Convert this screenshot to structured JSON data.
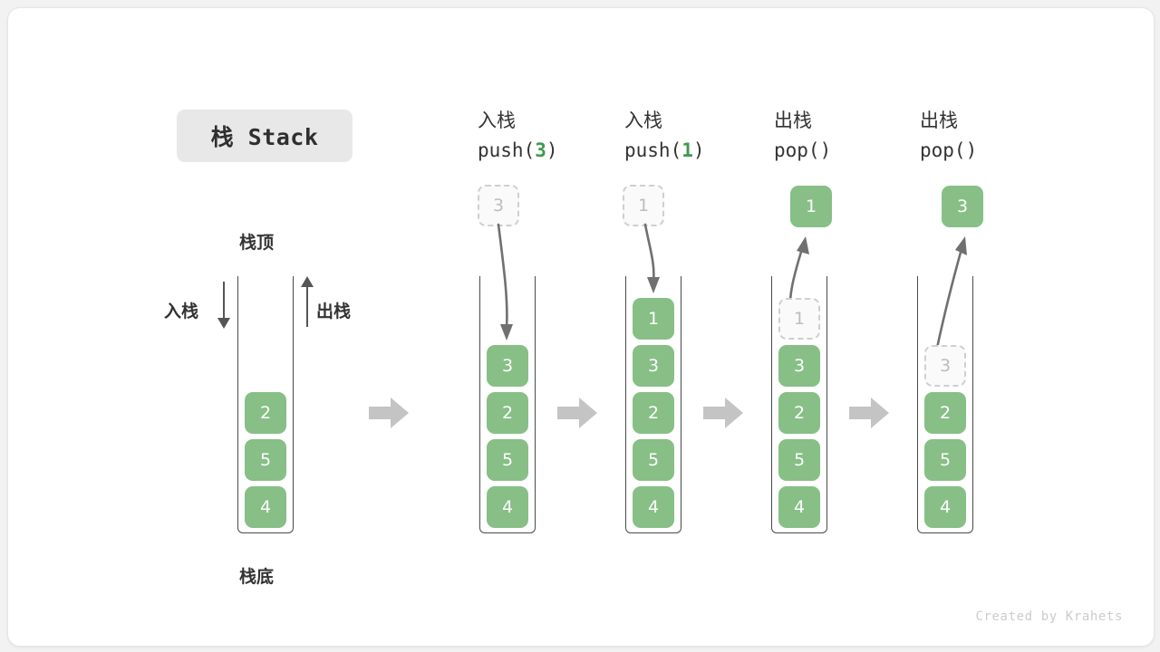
{
  "title_badge": "栈 Stack",
  "labels": {
    "top": "栈顶",
    "bottom": "栈底",
    "push_side": "入栈",
    "pop_side": "出栈"
  },
  "watermark": "Created by Krahets",
  "colors": {
    "element_fill": "#87bf87",
    "element_text": "#ffffff",
    "ghost_fill": "#fafafa",
    "ghost_border": "#cfcfcf",
    "ghost_text": "#bdbdbd",
    "accent_green_text": "#3f9a4f",
    "tube_border": "#4a4a4a",
    "transition_arrow": "#c4c4c4",
    "badge_bg": "#e8e8e8",
    "card_bg": "#ffffff",
    "page_bg": "#f2f2f2"
  },
  "columns": [
    {
      "id": "initial",
      "head_cn": "",
      "head_code": "",
      "head_arg": "",
      "stack": [
        "2",
        "5",
        "4"
      ],
      "ghost": null,
      "ghost_position": null,
      "floating": null,
      "floating_kind": null
    },
    {
      "id": "push-3",
      "head_cn": "入栈",
      "head_code_prefix": "push(",
      "head_arg": "3",
      "head_code_suffix": ")",
      "stack": [
        "3",
        "2",
        "5",
        "4"
      ],
      "ghost": "3",
      "ghost_position": "above",
      "floating": "3",
      "floating_kind": "ghost"
    },
    {
      "id": "push-1",
      "head_cn": "入栈",
      "head_code_prefix": "push(",
      "head_arg": "1",
      "head_code_suffix": ")",
      "stack": [
        "1",
        "3",
        "2",
        "5",
        "4"
      ],
      "ghost": "1",
      "ghost_position": "above",
      "floating": "1",
      "floating_kind": "ghost"
    },
    {
      "id": "pop-1",
      "head_cn": "出栈",
      "head_code_prefix": "pop(",
      "head_arg": "",
      "head_code_suffix": ")",
      "stack": [
        "3",
        "2",
        "5",
        "4"
      ],
      "ghost": "1",
      "ghost_position": "slot-0",
      "floating": "1",
      "floating_kind": "solid"
    },
    {
      "id": "pop-2",
      "head_cn": "出栈",
      "head_code_prefix": "pop(",
      "head_arg": "",
      "head_code_suffix": ")",
      "stack": [
        "2",
        "5",
        "4"
      ],
      "ghost": "3",
      "ghost_position": "slot-1",
      "floating": "3",
      "floating_kind": "solid"
    }
  ]
}
